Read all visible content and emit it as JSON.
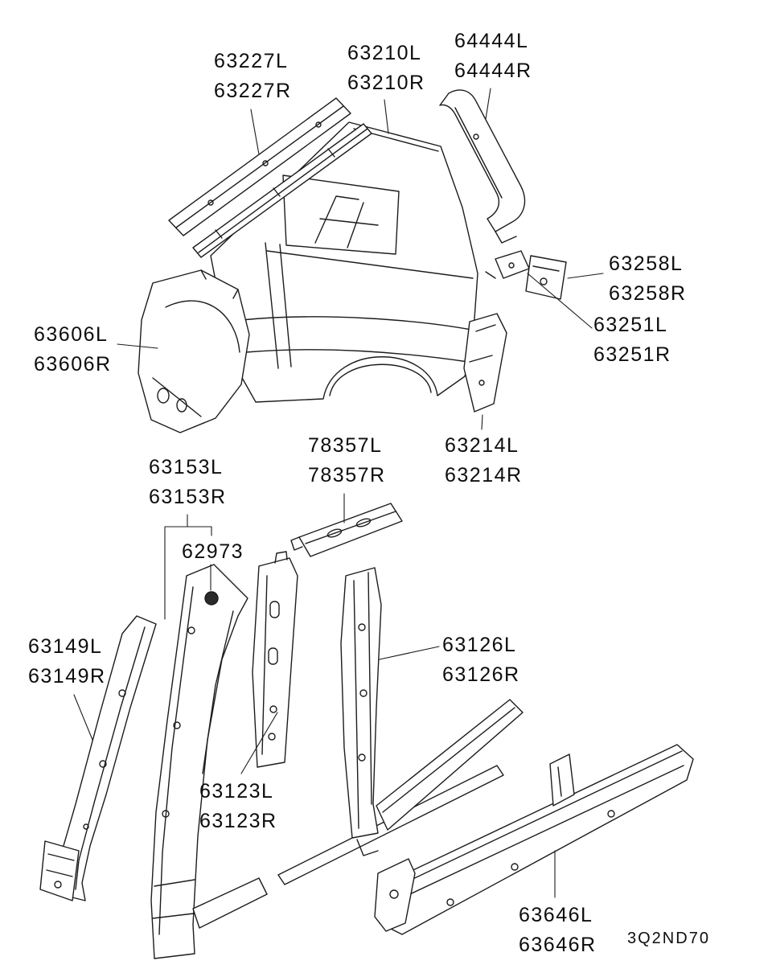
{
  "diagram": {
    "code": "3Q2ND70",
    "background_color": "#ffffff",
    "line_color": "#1c1c1c",
    "description": "Exploded parts diagram of vehicle body side panels, pillars and sills"
  },
  "labels": [
    {
      "id": "63227",
      "lines": [
        "63227L",
        "63227R"
      ]
    },
    {
      "id": "63210",
      "lines": [
        "63210L",
        "63210R"
      ]
    },
    {
      "id": "64444",
      "lines": [
        "64444L",
        "64444R"
      ]
    },
    {
      "id": "63258",
      "lines": [
        "63258L",
        "63258R"
      ]
    },
    {
      "id": "63251",
      "lines": [
        "63251L",
        "63251R"
      ]
    },
    {
      "id": "63606",
      "lines": [
        "63606L",
        "63606R"
      ]
    },
    {
      "id": "78357",
      "lines": [
        "78357L",
        "78357R"
      ]
    },
    {
      "id": "63214",
      "lines": [
        "63214L",
        "63214R"
      ]
    },
    {
      "id": "63153",
      "lines": [
        "63153L",
        "63153R"
      ]
    },
    {
      "id": "62973",
      "lines": [
        "62973"
      ]
    },
    {
      "id": "63149",
      "lines": [
        "63149L",
        "63149R"
      ]
    },
    {
      "id": "63126",
      "lines": [
        "63126L",
        "63126R"
      ]
    },
    {
      "id": "63123",
      "lines": [
        "63123L",
        "63123R"
      ]
    },
    {
      "id": "63646",
      "lines": [
        "63646L",
        "63646R"
      ]
    }
  ]
}
